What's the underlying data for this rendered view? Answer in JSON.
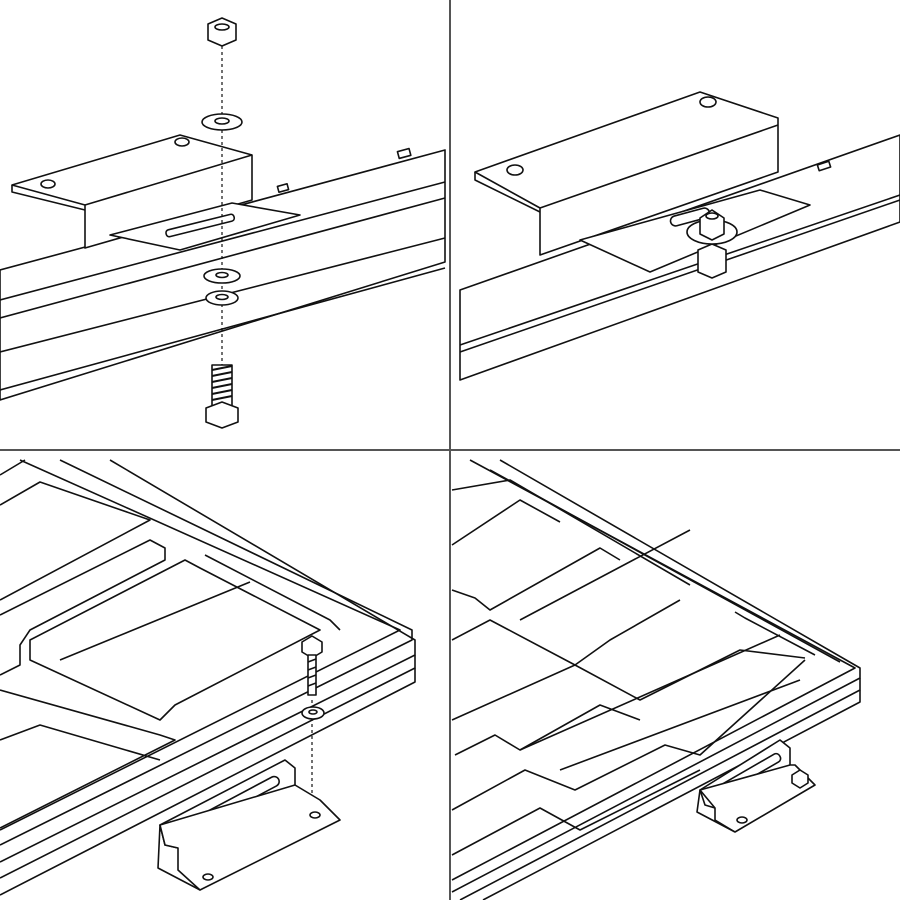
{
  "colors": {
    "background": "#ffffff",
    "line": "#111111",
    "divider": "#555555"
  },
  "panels": [
    {
      "id": "exploded-mount-assembly"
    },
    {
      "id": "assembled-mount"
    },
    {
      "id": "panel-corner-bracket-exploded"
    },
    {
      "id": "panel-corner-bracket-installed"
    }
  ]
}
